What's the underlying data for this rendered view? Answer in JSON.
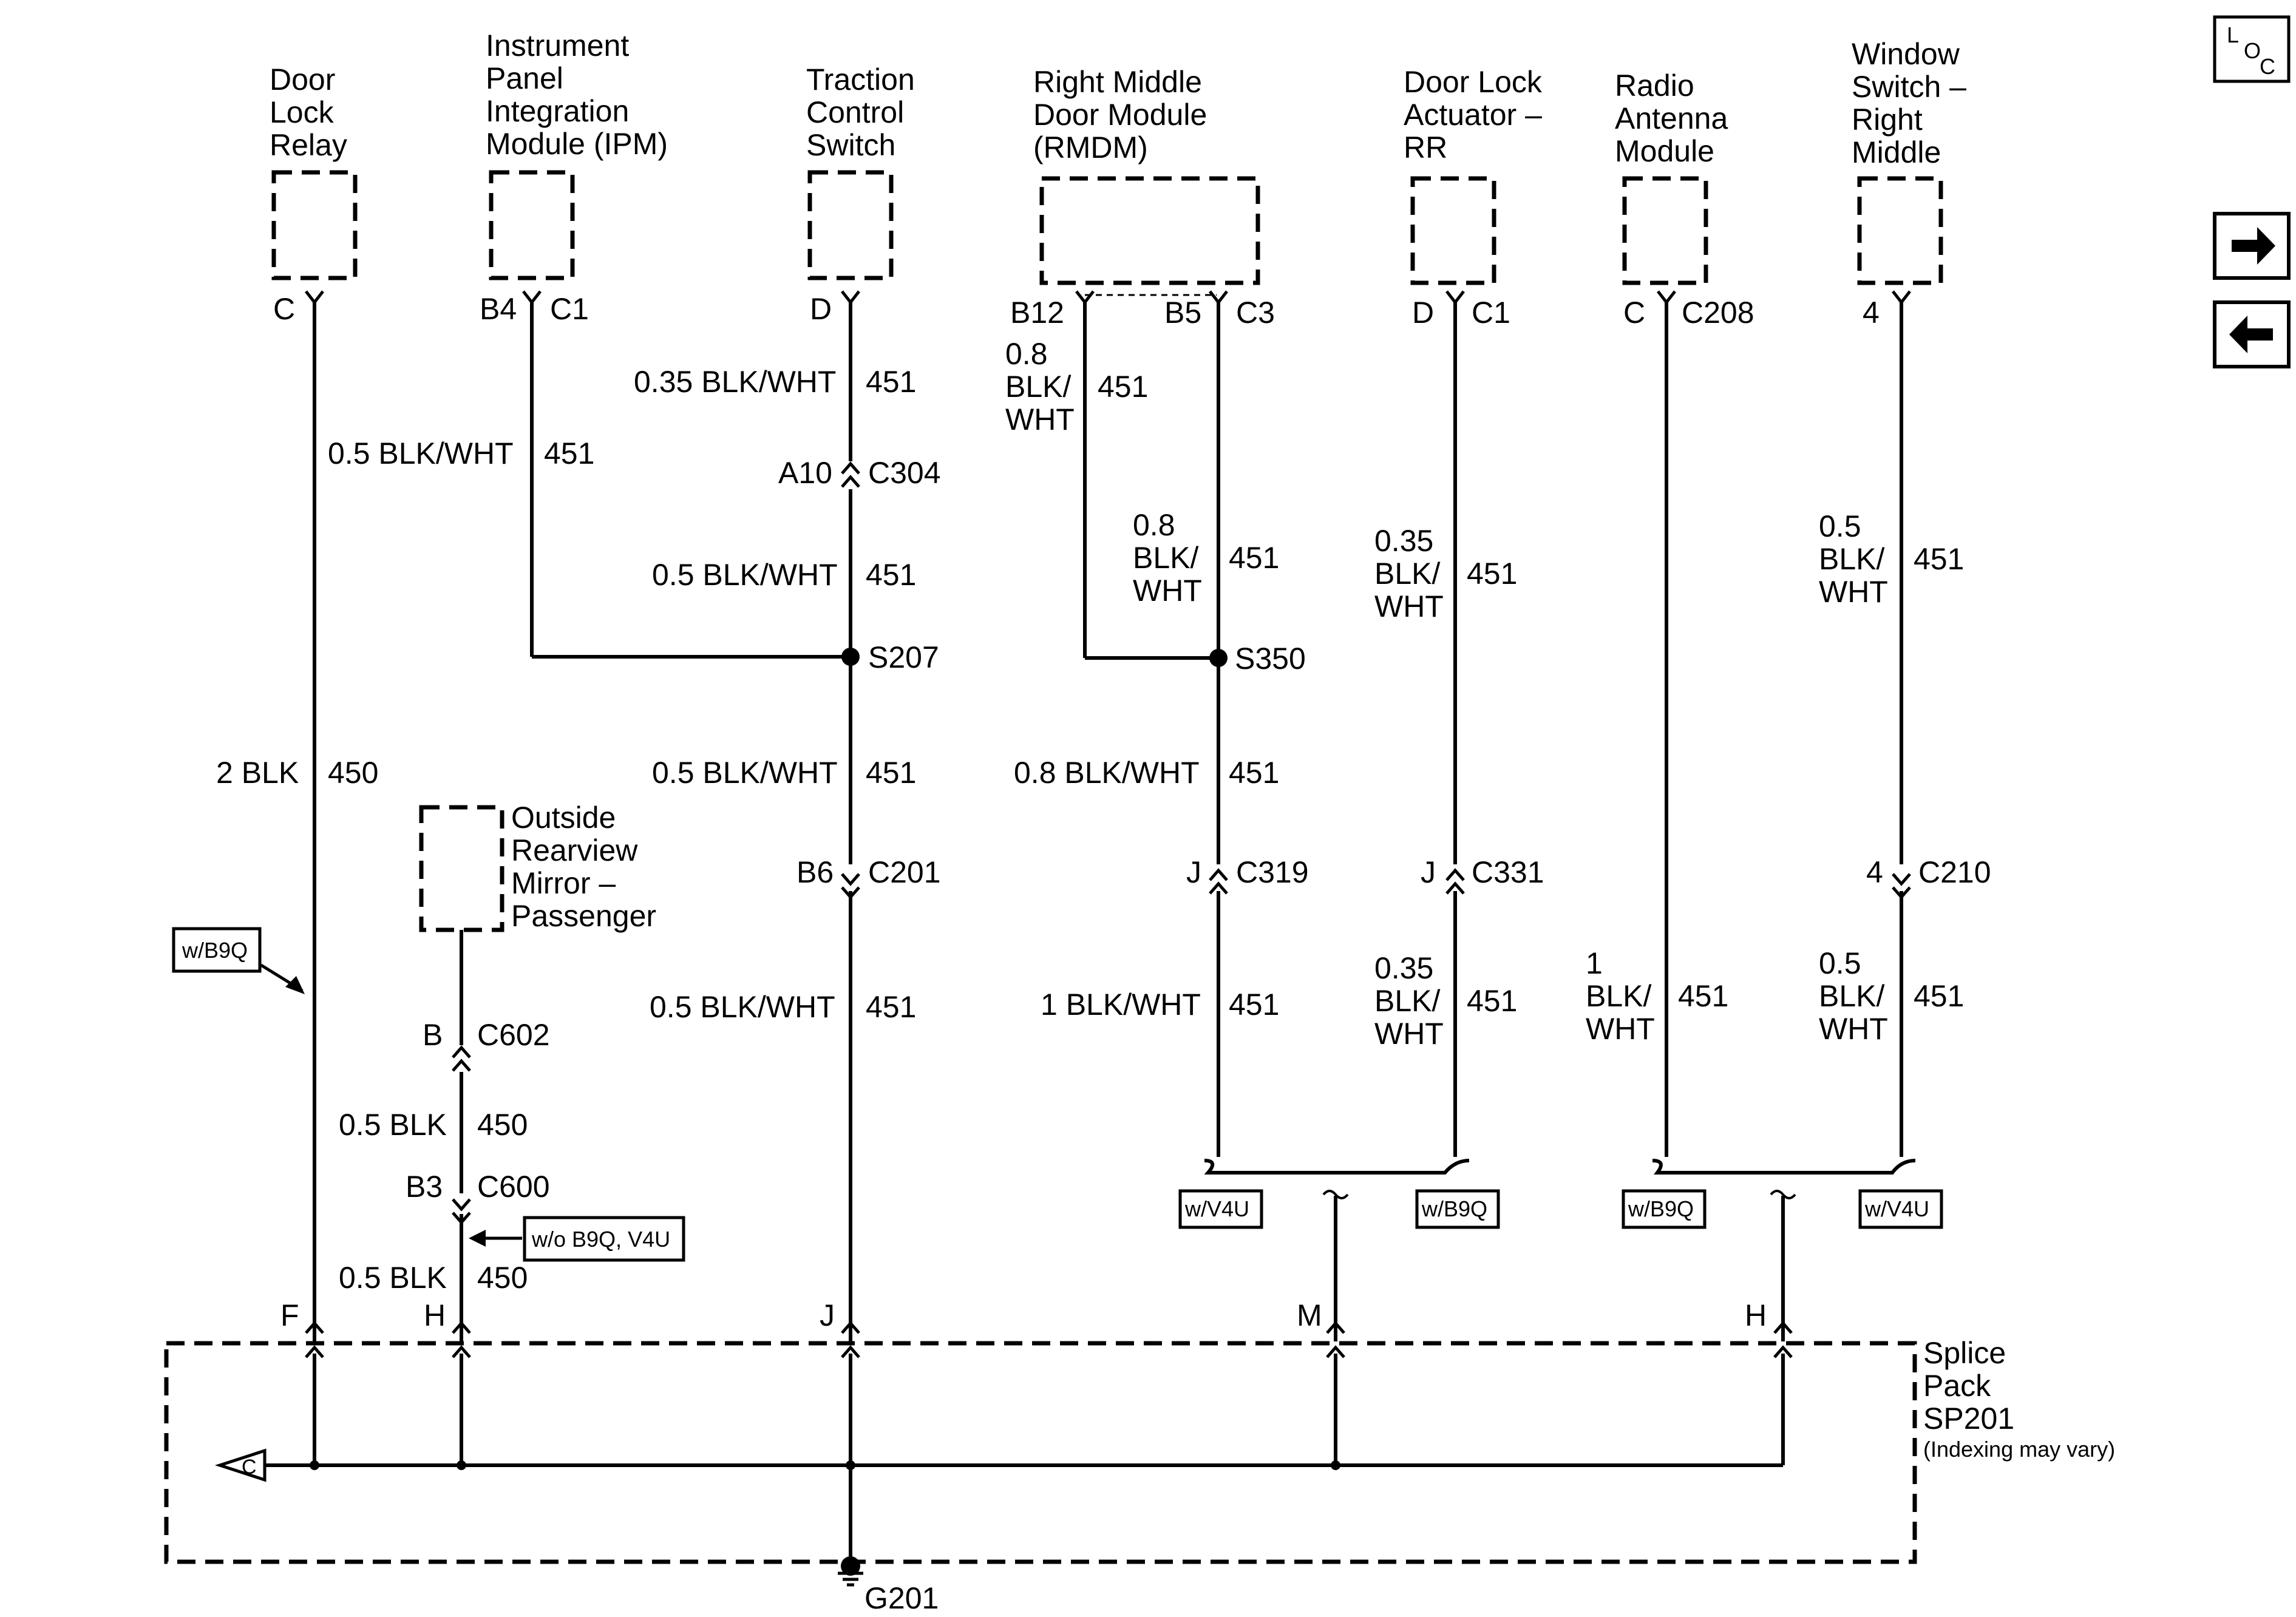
{
  "components": {
    "door_lock_relay": [
      "Door",
      "Lock",
      "Relay"
    ],
    "ipm": [
      "Instrument",
      "Panel",
      "Integration",
      "Module (IPM)"
    ],
    "traction_switch": [
      "Traction",
      "Control",
      "Switch"
    ],
    "rmdm": [
      "Right Middle",
      "Door Module",
      "(RMDM)"
    ],
    "door_lock_actuator": [
      "Door Lock",
      "Actuator –",
      "RR"
    ],
    "radio_antenna": [
      "Radio",
      "Antenna",
      "Module"
    ],
    "window_switch": [
      "Window",
      "Switch –",
      "Right",
      "Middle"
    ],
    "mirror": [
      "Outside",
      "Rearview",
      "Mirror –",
      "Passenger"
    ],
    "splice_pack": [
      "Splice",
      "Pack",
      "SP201"
    ],
    "splice_note": "(Indexing may vary)",
    "ground": "G201",
    "ground_symbol": "C"
  },
  "pins": {
    "c1": "C",
    "b4": "B4",
    "c1b": "C1",
    "d": "D",
    "b12": "B12",
    "b5": "B5",
    "c3": "C3",
    "d2": "D",
    "c1c": "C1",
    "c": "C",
    "c208": "C208",
    "p4": "4",
    "a10": "A10",
    "c304": "C304",
    "s207": "S207",
    "s350": "S350",
    "b6": "B6",
    "c201": "C201",
    "j1": "J",
    "c319": "C319",
    "j2": "J",
    "c331": "C331",
    "p4b": "4",
    "c210": "C210",
    "b": "B",
    "c602": "C602",
    "b3": "B3",
    "c600": "C600",
    "f": "F",
    "h": "H",
    "j": "J",
    "m": "M",
    "h2": "H"
  },
  "wires": {
    "w1": "0.5 BLK/WHT",
    "w1n": "451",
    "w2": "0.35 BLK/WHT",
    "w2n": "451",
    "w3": "0.5 BLK/WHT",
    "w3n": "451",
    "w4": "0.5 BLK/WHT",
    "w4n": "451",
    "w5": "0.5 BLK/WHT",
    "w5n": "451",
    "w6": "2 BLK",
    "w6n": "450",
    "w7a": "0.8",
    "w7b": "BLK/",
    "w7c": "WHT",
    "w7n": "451",
    "w8a": "0.8",
    "w8b": "BLK/",
    "w8c": "WHT",
    "w8n": "451",
    "w9": "0.8 BLK/WHT",
    "w9n": "451",
    "w10": "1 BLK/WHT",
    "w10n": "451",
    "w11a": "0.35",
    "w11b": "BLK/",
    "w11c": "WHT",
    "w11n": "451",
    "w12a": "0.35",
    "w12b": "BLK/",
    "w12c": "WHT",
    "w12n": "451",
    "w13a": "1",
    "w13b": "BLK/",
    "w13c": "WHT",
    "w13n": "451",
    "w14a": "0.5",
    "w14b": "BLK/",
    "w14c": "WHT",
    "w14n": "451",
    "w15a": "0.5",
    "w15b": "BLK/",
    "w15c": "WHT",
    "w15n": "451",
    "w16": "0.5 BLK",
    "w16n": "450",
    "w17": "0.5 BLK",
    "w17n": "450"
  },
  "options": {
    "b9q_left": "w/B9Q",
    "wo_b9q_v4u": "w/o B9Q, V4U",
    "v4u_1": "w/V4U",
    "b9q_1": "w/B9Q",
    "b9q_2": "w/B9Q",
    "v4u_2": "w/V4U"
  },
  "nav": {
    "loc_l": "L",
    "loc_o": "O",
    "loc_c": "C",
    "next": "next-page-arrow",
    "prev": "previous-page-arrow"
  }
}
